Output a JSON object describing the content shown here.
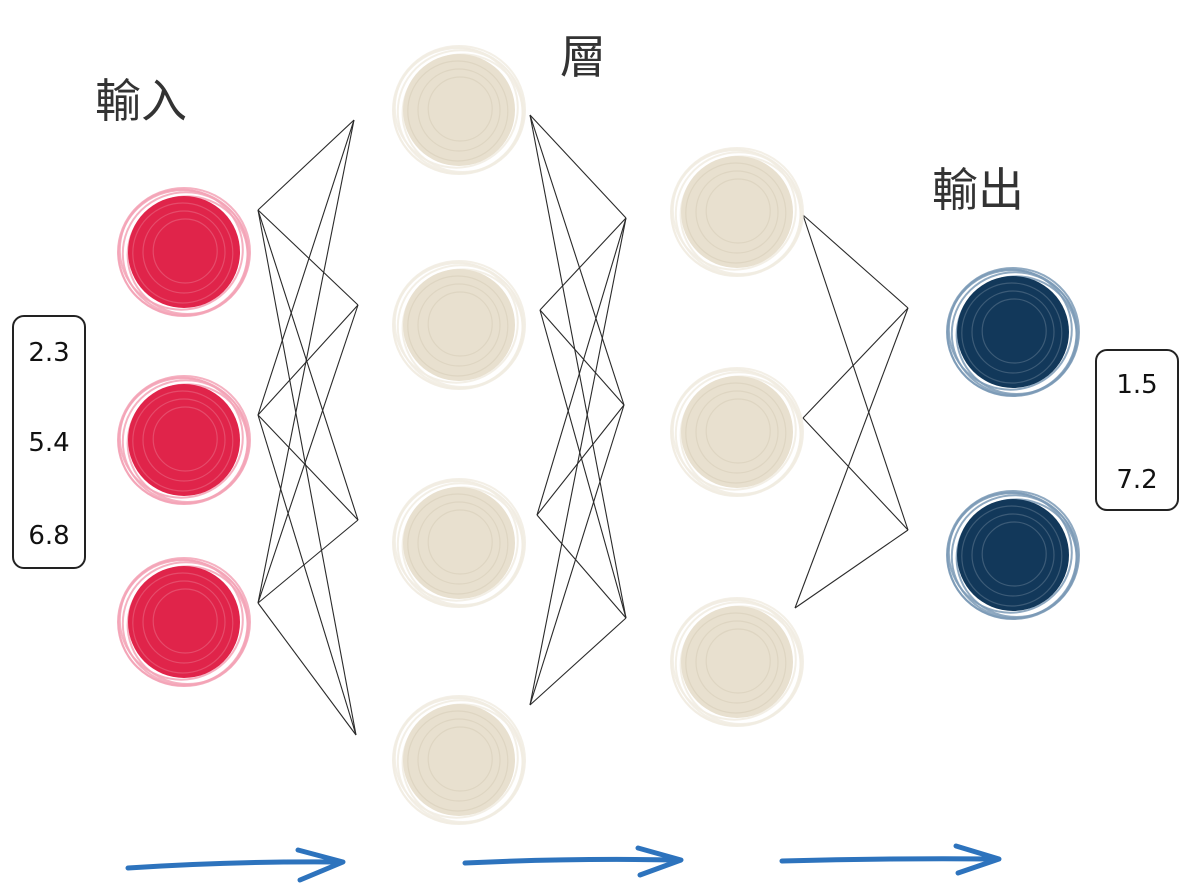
{
  "labels": {
    "input": "輸入",
    "hidden": "層",
    "output": "輸出"
  },
  "input_values": [
    "2.3",
    "5.4",
    "6.8"
  ],
  "output_values": [
    "1.5",
    "7.2"
  ],
  "layers": [
    {
      "name": "input",
      "nodes": 3
    },
    {
      "name": "hidden_1",
      "nodes": 4
    },
    {
      "name": "hidden_2",
      "nodes": 3
    },
    {
      "name": "output",
      "nodes": 2
    }
  ],
  "colors": {
    "input_node": "#e0244a",
    "hidden_node": "#e8e0cf",
    "output_node": "#12385a",
    "arrow": "#2d73bd",
    "edge": "#2a2a2a"
  },
  "icons": {
    "flow_arrow": "right-arrow-icon"
  }
}
